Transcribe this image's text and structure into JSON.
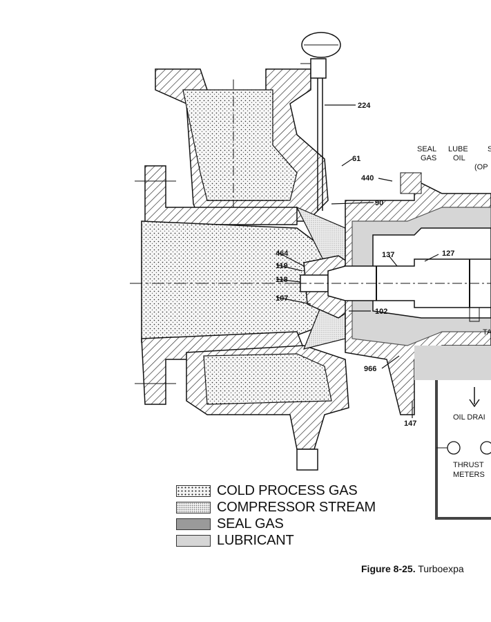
{
  "diagram": {
    "part_labels": {
      "p224": "224",
      "p61": "61",
      "p440": "440",
      "p90": "90",
      "p464": "464",
      "p119": "119",
      "p118": "118",
      "p107": "107",
      "p102": "102",
      "p137": "137",
      "p127": "127",
      "p966": "966",
      "p147": "147"
    },
    "flow_labels": {
      "seal_gas_1": "SEAL",
      "seal_gas_2": "GAS",
      "lube_oil_1": "LUBE",
      "lube_oil_2": "OIL",
      "partial_s": "S",
      "partial_op": "(OP",
      "partial_ta": "TA",
      "oil_drain": "OIL DRAI",
      "thrust_1": "THRUST",
      "thrust_2": "METERS"
    }
  },
  "legend": [
    {
      "label": "COLD PROCESS GAS"
    },
    {
      "label": "COMPRESSOR STREAM"
    },
    {
      "label": "SEAL GAS"
    },
    {
      "label": "LUBRICANT"
    }
  ],
  "caption": {
    "number": "Figure 8-25.",
    "text": " Turboexpa"
  }
}
